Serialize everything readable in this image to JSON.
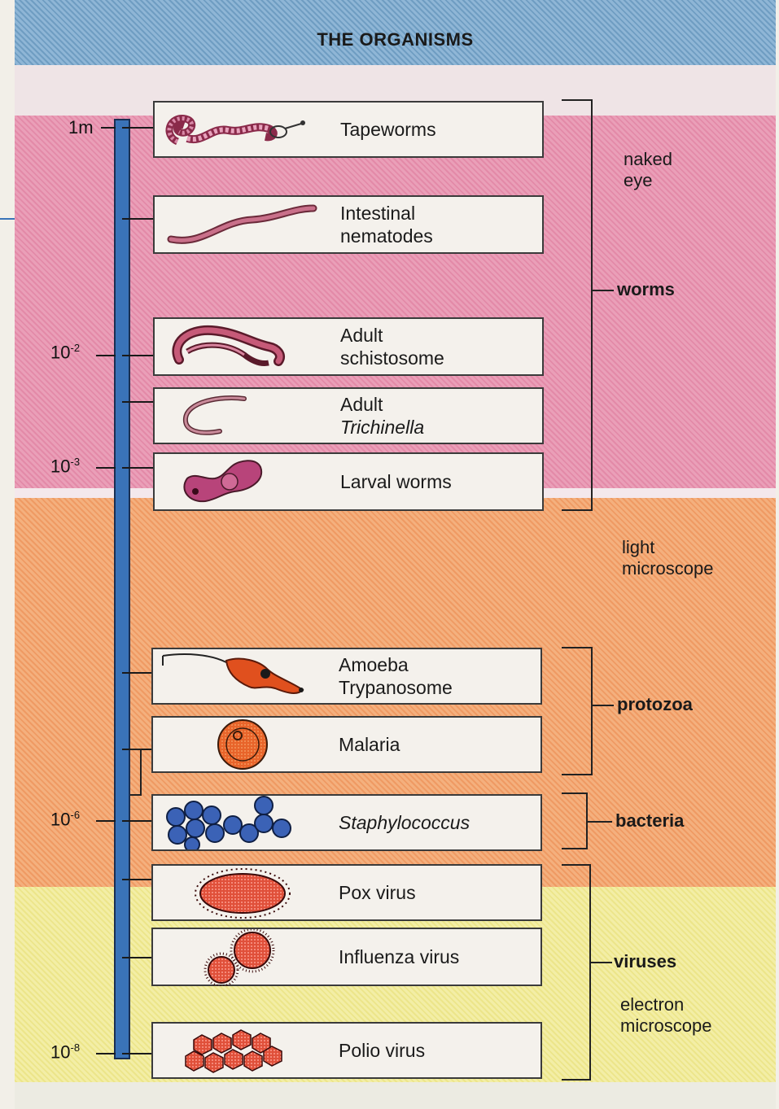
{
  "title": "THE ORGANISMS",
  "scale": [
    {
      "base": "1m",
      "exp": ""
    },
    {
      "base": "10",
      "exp": "-2"
    },
    {
      "base": "10",
      "exp": "-3"
    },
    {
      "base": "10",
      "exp": "-6"
    },
    {
      "base": "10",
      "exp": "-8"
    }
  ],
  "organisms": [
    {
      "line1": "Tapeworms",
      "line2": "",
      "italic": false,
      "icon": "tapeworm-icon"
    },
    {
      "line1": "Intestinal",
      "line2": "nematodes",
      "italic": false,
      "icon": "nematode-icon"
    },
    {
      "line1": "Adult",
      "line2": "schistosome",
      "italic": false,
      "icon": "schistosome-icon"
    },
    {
      "line1": "Adult",
      "line2": "Trichinella",
      "italic": true,
      "icon": "trichinella-icon"
    },
    {
      "line1": "Larval worms",
      "line2": "",
      "italic": false,
      "icon": "larval-worm-icon"
    },
    {
      "line1": "Amoeba",
      "line2": "Trypanosome",
      "italic": false,
      "icon": "trypanosome-icon"
    },
    {
      "line1": "Malaria",
      "line2": "",
      "italic": false,
      "icon": "malaria-icon"
    },
    {
      "line1": "Staphylococcus",
      "line2": "",
      "italic": true,
      "icon": "staphylococcus-icon"
    },
    {
      "line1": "Pox virus",
      "line2": "",
      "italic": false,
      "icon": "pox-virus-icon"
    },
    {
      "line1": "Influenza virus",
      "line2": "",
      "italic": false,
      "icon": "influenza-virus-icon"
    },
    {
      "line1": "Polio virus",
      "line2": "",
      "italic": false,
      "icon": "polio-virus-icon"
    }
  ],
  "groups": {
    "worms": "worms",
    "protozoa": "protozoa",
    "bacteria": "bacteria",
    "viruses": "viruses"
  },
  "visibility": {
    "naked_eye_1": "naked",
    "naked_eye_2": "eye",
    "light_1": "light",
    "light_2": "microscope",
    "electron_1": "electron",
    "electron_2": "microscope"
  },
  "colors": {
    "naked_eye_band": "#e38aa8",
    "light_microscope_band": "#ef9a63",
    "electron_microscope_band": "#ece58a",
    "title_band": "#6f9dc2",
    "scale_bar": "#3a73b8"
  }
}
